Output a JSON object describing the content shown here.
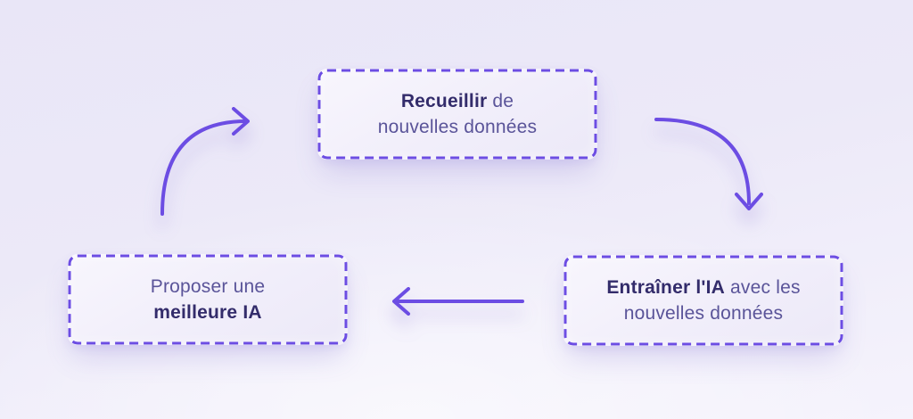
{
  "colors": {
    "accent": "#6C4DE3",
    "text_strong": "#332C6B",
    "text_soft": "#5A5499",
    "bg_top": "#E9E6F7",
    "bg_bottom": "#F5F3FC"
  },
  "boxes": {
    "collect": {
      "line1_bold": "Recueillir",
      "line1_rest": " de",
      "line2": "nouvelles données"
    },
    "train": {
      "line1_bold": "Entraîner l'IA",
      "line1_rest": " avec les",
      "line2": "nouvelles données"
    },
    "propose": {
      "line1": "Proposer une",
      "line2_bold": "meilleure IA"
    }
  },
  "arrows": {
    "propose_to_collect": "curved-arrow-up-right",
    "collect_to_train": "curved-arrow-down-right",
    "train_to_propose": "straight-arrow-left"
  }
}
